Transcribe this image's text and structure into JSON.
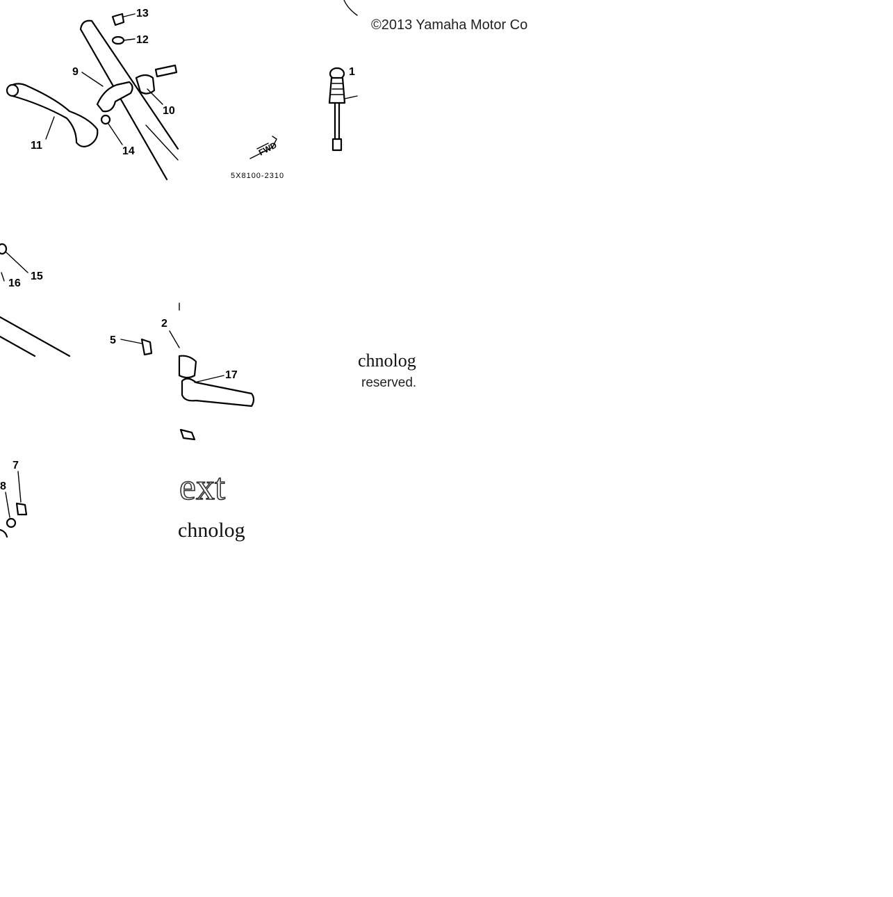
{
  "copyright": "©2013 Yamaha Motor Co",
  "reserved": "reserved.",
  "drawing_code": "5X8100-2310",
  "fwd_label": "FWD",
  "watermark": {
    "fragment_top": "chnolog",
    "fragment_ext": "ext",
    "fragment_bottom": "chnolog"
  },
  "callouts": {
    "c1": "1",
    "c2": "2",
    "c5": "5",
    "c7": "7",
    "c8": "8",
    "c9": "9",
    "c10": "10",
    "c11": "11",
    "c12": "12",
    "c13": "13",
    "c14": "14",
    "c15": "15",
    "c16": "16",
    "c17": "17"
  }
}
